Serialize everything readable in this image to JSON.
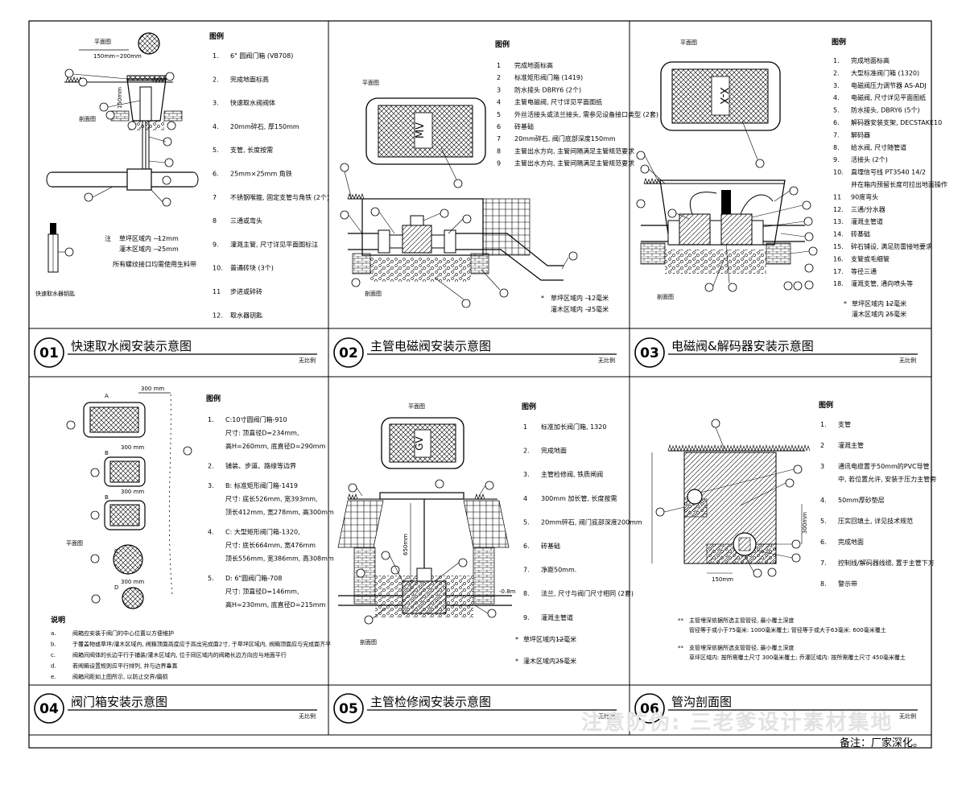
{
  "panels": [
    {
      "num": "01",
      "caption": "快速取水阀安装示意图",
      "scale": "无比例",
      "plan_label": "平面图",
      "section_label": "剖面图",
      "key_label": "快速取水器钥匙",
      "dim_top": "150mm~200mm",
      "dim_side": "150mm",
      "legend_title": "图例",
      "legend": [
        {
          "n": "1.",
          "t": "6\" 圆阀门箱 (VB708)"
        },
        {
          "n": "2.",
          "t": "完成地面标高"
        },
        {
          "n": "3.",
          "t": "快速取水阀阀体"
        },
        {
          "n": "4.",
          "t": "20mm碎石, 厚150mm"
        },
        {
          "n": "5.",
          "t": "支管, 长度按需"
        },
        {
          "n": "6.",
          "t": "25mm×25mm 角铁"
        },
        {
          "n": "7",
          "t": "不锈钢喉箍, 固定支管与角铁 (2个)"
        },
        {
          "n": "8",
          "t": "三通或弯头"
        },
        {
          "n": "9.",
          "t": "灌溉主管, 尺寸详见平面图标注"
        },
        {
          "n": "10.",
          "t": "普通砖块 (3个)"
        },
        {
          "n": "11",
          "t": "步进或碎砖"
        },
        {
          "n": "12.",
          "t": "取水器钥匙"
        }
      ],
      "notes": [
        {
          "k": "注",
          "a": "草坪区域内 —",
          "b": "12mm"
        },
        {
          "k": "",
          "a": "灌木区域内 —",
          "b": "25mm"
        }
      ],
      "note_extra": "所有螺纹接口均需使用生料带"
    },
    {
      "num": "02",
      "caption": "主管电磁阀安装示意图",
      "scale": "无比例",
      "plan_label": "平面图",
      "section_label": "剖面图",
      "box_text": "MV",
      "legend_title": "图例",
      "legend": [
        {
          "n": "1",
          "t": "完成地面标高"
        },
        {
          "n": "2",
          "t": "标准矩形阀门箱 (1419)"
        },
        {
          "n": "3",
          "t": "防水接头 DBRY6 (2个)"
        },
        {
          "n": "4",
          "t": "主管电磁阀, 尺寸详见平面图纸"
        },
        {
          "n": "5",
          "t": "外丝活接头或法兰接头, 需参见设备接口类型 (2套)"
        },
        {
          "n": "6",
          "t": "砖基础"
        },
        {
          "n": "7",
          "t": "20mm碎石, 阀门底部深度150mm"
        },
        {
          "n": "8",
          "t": "主管出水方向, 主管间隔满足主管规范要求"
        },
        {
          "n": "9",
          "t": "主管出水方向, 主管间隔满足主管规范要求"
        }
      ],
      "notes": [
        {
          "k": "*",
          "a": "草坪区域内 —",
          "b": "12毫米"
        },
        {
          "k": "",
          "a": "灌木区域内 —",
          "b": "25毫米"
        }
      ]
    },
    {
      "num": "03",
      "caption": "电磁阀&解码器安装示意图",
      "scale": "无比例",
      "plan_label": "平面图",
      "section_label": "剖面图",
      "box_text": "X-X",
      "legend_title": "图例",
      "legend": [
        {
          "n": "1.",
          "t": "完成地面标高"
        },
        {
          "n": "2.",
          "t": "大型标准阀门箱 (1320)"
        },
        {
          "n": "3.",
          "t": "电磁阀压力调节器 AS-ADJ"
        },
        {
          "n": "4.",
          "t": "电磁阀, 尺寸详见平面图纸"
        },
        {
          "n": "5.",
          "t": "防水接头, DBRY6 (5个)"
        },
        {
          "n": "6.",
          "t": "解码器安装支架, DECSTAKE10"
        },
        {
          "n": "7.",
          "t": "解码器"
        },
        {
          "n": "8.",
          "t": "给水阀, 尺寸随管道"
        },
        {
          "n": "9.",
          "t": "活接头 (2个)"
        },
        {
          "n": "10.",
          "t": "直埋信号线 PT3540 14/2"
        },
        {
          "n": "",
          "t": "并在箱内预留长度可拉出地面操作"
        },
        {
          "n": "11",
          "t": "90度弯头"
        },
        {
          "n": "12.",
          "t": "三通/分水器"
        },
        {
          "n": "13.",
          "t": "灌溉主管道"
        },
        {
          "n": "14.",
          "t": "砖基础"
        },
        {
          "n": "15.",
          "t": "碎石铺设, 满足防雷接地要求"
        },
        {
          "n": "16.",
          "t": "支管或毛细管"
        },
        {
          "n": "17.",
          "t": "等径三通"
        },
        {
          "n": "18.",
          "t": "灌溉支管, 通向喷头等"
        }
      ],
      "notes": [
        {
          "k": "*",
          "a": "草坪区域内 —",
          "b": "12毫米"
        },
        {
          "k": "",
          "a": "灌木区域内 —",
          "b": "25毫米"
        }
      ]
    },
    {
      "num": "04",
      "caption": "阀门箱安装示意图",
      "scale": "无比例",
      "plan_label": "平面图",
      "dim_label": "300 mm",
      "box_labels": [
        "A",
        "B",
        "B",
        "C",
        "D"
      ],
      "legend_title": "图例",
      "legend": [
        {
          "n": "1.",
          "t": "C:10寸圆阀门箱-910"
        },
        {
          "n": "",
          "t": "尺寸: 顶直径D=234mm,"
        },
        {
          "n": "",
          "t": "高H=260mm, 底直径D=290mm"
        },
        {
          "n": "2.",
          "t": "铺装、步道、路缘等边界"
        },
        {
          "n": "3.",
          "t": "B: 标准矩形阀门箱-1419"
        },
        {
          "n": "",
          "t": "尺寸: 底长526mm, 宽393mm,"
        },
        {
          "n": "",
          "t": "顶长412mm, 宽278mm, 高300mm"
        },
        {
          "n": "4.",
          "t": "C: 大型矩形阀门箱-1320,"
        },
        {
          "n": "",
          "t": "尺寸: 底长664mm, 宽476mm"
        },
        {
          "n": "",
          "t": "顶长556mm, 宽386mm, 高308mm"
        },
        {
          "n": "5.",
          "t": "D: 6\"圆阀门箱-708"
        },
        {
          "n": "",
          "t": "尺寸: 顶直径D=146mm,"
        },
        {
          "n": "",
          "t": "高H=230mm, 底直径D=215mm"
        }
      ],
      "notes_title": "说明",
      "notes": [
        {
          "k": "a.",
          "t": "阀箱应安装于阀门的中心位置以方便维护"
        },
        {
          "k": "b.",
          "t": "于覆盖物或草坪/灌木区域内, 阀箱顶面高度应于高出完成面2寸, 于草坪区域内, 阀箱顶面应与完成面齐平"
        },
        {
          "k": "c.",
          "t": "阀箱间阀体的长边平行于铺装/灌木区域内, 位于同区域内的阀箱长边方向应与地面平行"
        },
        {
          "k": "d.",
          "t": "若阀箱设置规则应平行排列, 并与边界垂直"
        },
        {
          "k": "e.",
          "t": "阀箱间距如上图所示, 以防止交界/磨损"
        }
      ]
    },
    {
      "num": "05",
      "caption": "主管检修阀安装示意图",
      "scale": "无比例",
      "plan_label": "平面图",
      "section_label": "剖面图",
      "box_text": "GV",
      "dim_label": "650mm",
      "depth_label": "-0.8m",
      "legend_title": "图例",
      "legend": [
        {
          "n": "1",
          "t": "标准加长阀门箱, 1320"
        },
        {
          "n": "2.",
          "t": "完成地面"
        },
        {
          "n": "3.",
          "t": "主管检修阀, 铁质闸阀"
        },
        {
          "n": "4",
          "t": "300mm 加长管, 长度按需"
        },
        {
          "n": "5.",
          "t": "20mm碎石, 阀门底部深度200mm"
        },
        {
          "n": "6.",
          "t": "砖基础"
        },
        {
          "n": "7.",
          "t": "净距50mm."
        },
        {
          "n": "8.",
          "t": "法兰, 尺寸与阀门尺寸相同 (2套)"
        },
        {
          "n": "9.",
          "t": "灌溉主管道"
        }
      ],
      "notes": [
        {
          "k": "*",
          "a": "草坪区域内 —",
          "b": "12毫米"
        },
        {
          "k": "*",
          "a": "灌木区域内 —",
          "b": "25毫米"
        }
      ]
    },
    {
      "num": "06",
      "caption": "管沟剖面图",
      "scale": "无比例",
      "dim_label": "300mm",
      "dim_bottom": "150mm",
      "legend_title": "图例",
      "legend": [
        {
          "n": "1.",
          "t": "支管"
        },
        {
          "n": "2",
          "t": "灌溉主管"
        },
        {
          "n": "3",
          "t": "通讯电缆置于50mm的PVC导管"
        },
        {
          "n": "",
          "t": "中, 若位置允许, 安装于压力主管旁"
        },
        {
          "n": "4.",
          "t": "50mm厚砂垫层"
        },
        {
          "n": "5.",
          "t": "压实回填土, 详见技术规范"
        },
        {
          "n": "6.",
          "t": "完成地面"
        },
        {
          "n": "7.",
          "t": "控制线/解码器线缆, 置于主管下方"
        },
        {
          "n": "8.",
          "t": "警示带"
        }
      ],
      "notes": [
        {
          "k": "**",
          "t": "主管埋深依据所选主管管径, 最小覆土深度"
        },
        {
          "k": "",
          "t": "管径等于或小于75毫米: 1000毫米覆土; 管径等于或大于63毫米: 600毫米覆土"
        },
        {
          "k": "**",
          "t": "支管埋深依据所选支管管径, 最小覆土深度"
        },
        {
          "k": "",
          "t": "草坪区域内: 按所需覆土尺寸 300毫米覆土; 乔灌区域内: 按所需覆土尺寸 450毫米覆土"
        }
      ]
    }
  ],
  "footer_note": "备注：厂家深化。",
  "watermark": "注意防伪: 三老爹设计素材集地",
  "colors": {
    "line": "#000000",
    "frame_bg": "#ffffff",
    "page_bg": "#ffffff",
    "watermark": "#e2e2e2"
  }
}
